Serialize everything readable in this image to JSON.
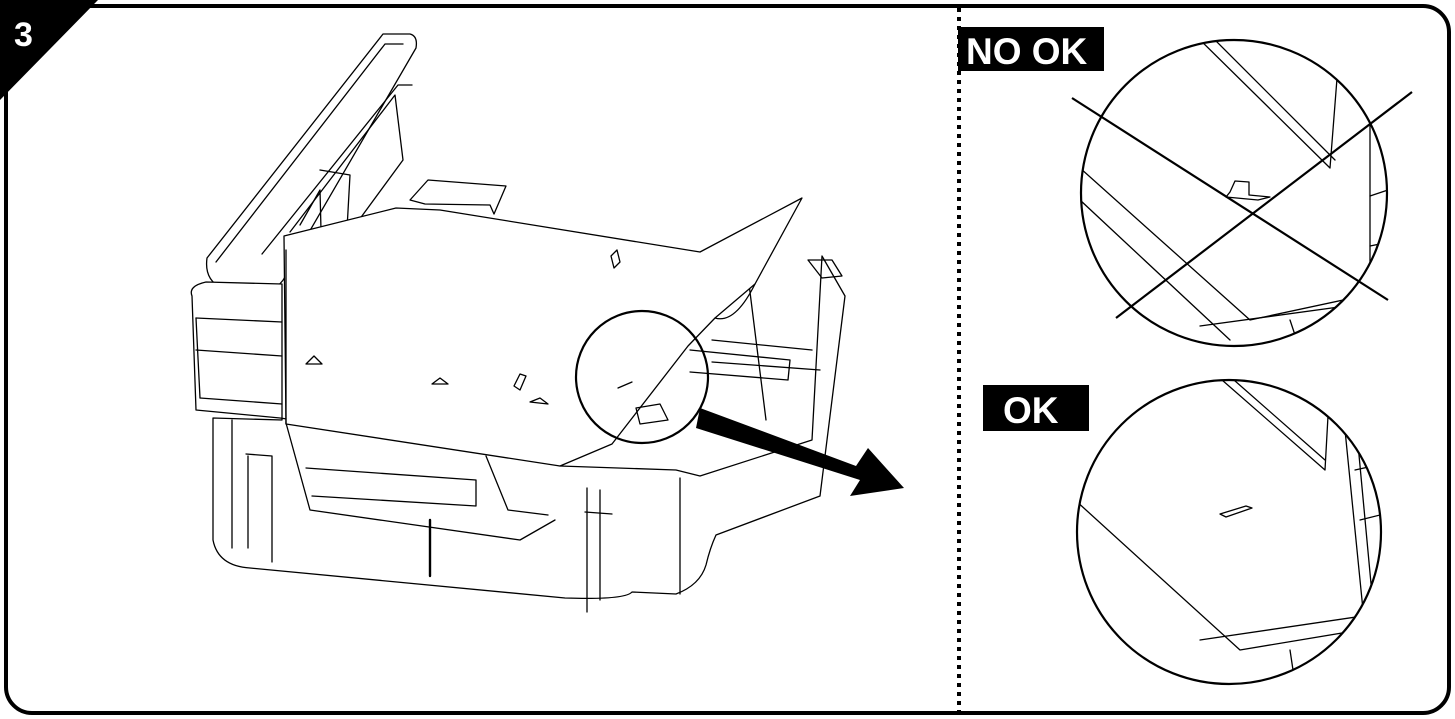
{
  "step": {
    "number": "3"
  },
  "labels": {
    "bad": "NO OK",
    "good": "OK"
  },
  "colors": {
    "ink": "#000000",
    "paper": "#ffffff"
  },
  "icons": {
    "arrow": "arrow-right-down-icon",
    "cross": "cross-out-icon"
  }
}
